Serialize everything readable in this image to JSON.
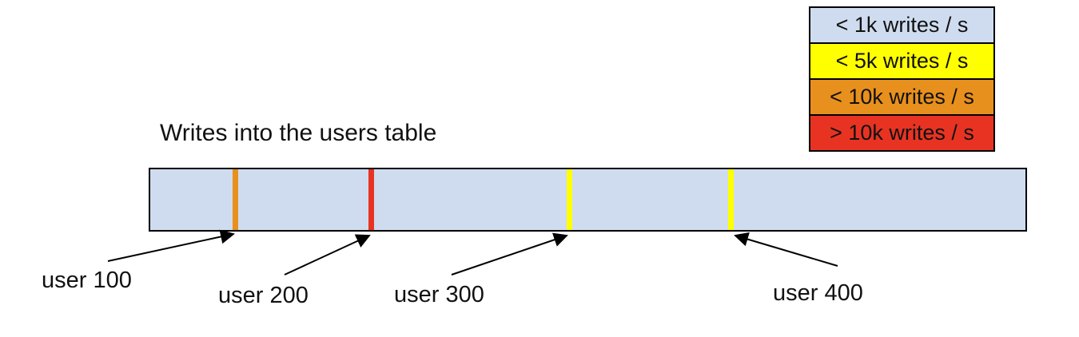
{
  "title": "Writes into the users table",
  "legend": {
    "items": [
      {
        "label": "< 1k writes / s",
        "color": "#cfdcf0"
      },
      {
        "label": "< 5k writes / s",
        "color": "#ffff00"
      },
      {
        "label": "< 10k writes / s",
        "color": "#e8901d"
      },
      {
        "label": "> 10k writes / s",
        "color": "#e83323"
      }
    ]
  },
  "bar": {
    "fill": "#cfdcf0",
    "border_color": "#000000",
    "markers": [
      {
        "label": "user 100",
        "color": "#e8901d"
      },
      {
        "label": "user 200",
        "color": "#e83323"
      },
      {
        "label": "user 300",
        "color": "#ffff00"
      },
      {
        "label": "user 400",
        "color": "#ffff00"
      }
    ]
  }
}
